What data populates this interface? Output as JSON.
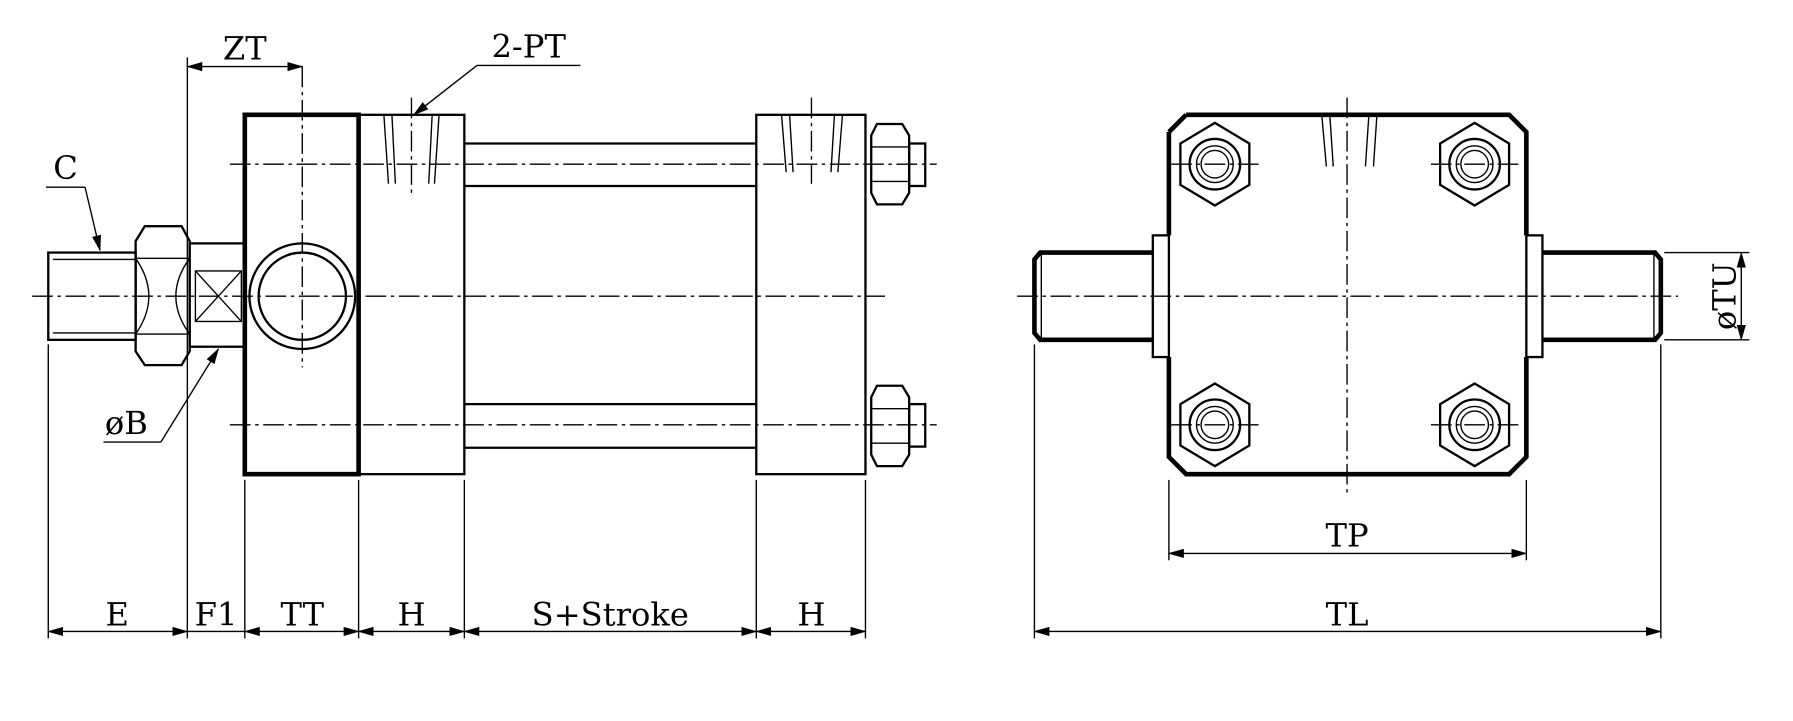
{
  "title": "Trunnion-mount cylinder dimension drawing",
  "labels": {
    "zt": "ZT",
    "pt": "2-PT",
    "c": "C",
    "b": "øB",
    "e": "E",
    "f1": "F1",
    "tt": "TT",
    "h1": "H",
    "stroke": "S+Stroke",
    "h2": "H",
    "tp": "TP",
    "tl": "TL",
    "tu": "øTU"
  },
  "colors": {
    "line": "#000000",
    "background": "#ffffff"
  }
}
